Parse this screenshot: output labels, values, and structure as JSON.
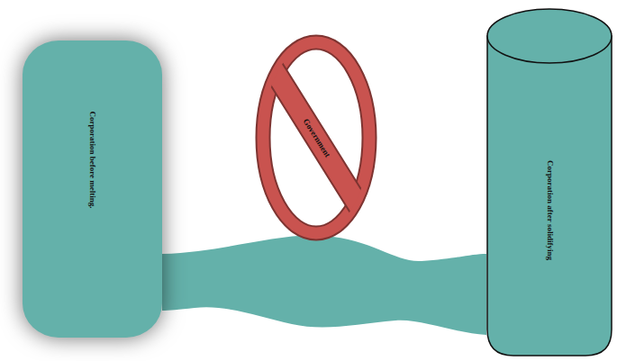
{
  "diagram": {
    "nodes": [
      {
        "text": [
          "Corporation before melting."
        ]
      },
      {
        "text": [
          "Government"
        ]
      },
      {
        "text": [
          "Corporation after solidifying"
        ]
      }
    ],
    "edges": [
      {
        "from": 0,
        "to": 2,
        "arrow": "none"
      }
    ]
  }
}
